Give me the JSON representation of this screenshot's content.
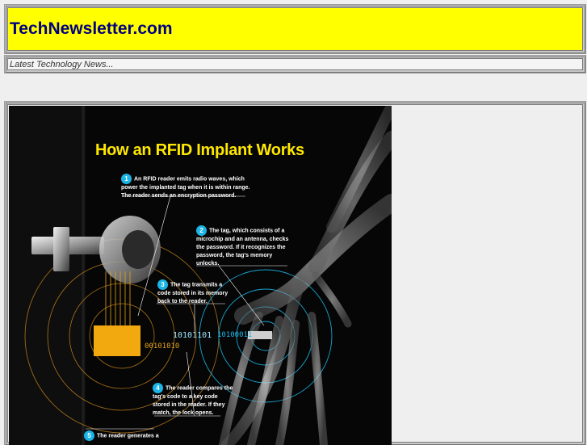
{
  "header": {
    "site_title": "TechNewsletter.com",
    "tagline": "Latest Technology News..."
  },
  "infographic": {
    "title": "How an RFID Implant Works",
    "steps": [
      {
        "number": "1",
        "text": "An RFID reader emits radio waves, which power the implanted tag when it is within range. The reader sends an encryption password."
      },
      {
        "number": "2",
        "text": "The tag, which consists of a microchip and an antenna, checks the password. If it recognizes the password, the tag's memory unlocks."
      },
      {
        "number": "3",
        "text": "The tag transmits a code stored in its memory back to the reader."
      },
      {
        "number": "4",
        "text": "The reader compares the tag's code to a key code stored in the reader. If they match, the lock opens."
      },
      {
        "number": "5",
        "text": "The reader generates a"
      }
    ],
    "binary_left": "00101010",
    "binary_mid": "10101101",
    "binary_right": "10100011"
  },
  "colors": {
    "header_bg": "#ffff00",
    "title_color": "#000080",
    "infographic_title": "#ffe800",
    "step_badge": "#1ab5e6"
  }
}
